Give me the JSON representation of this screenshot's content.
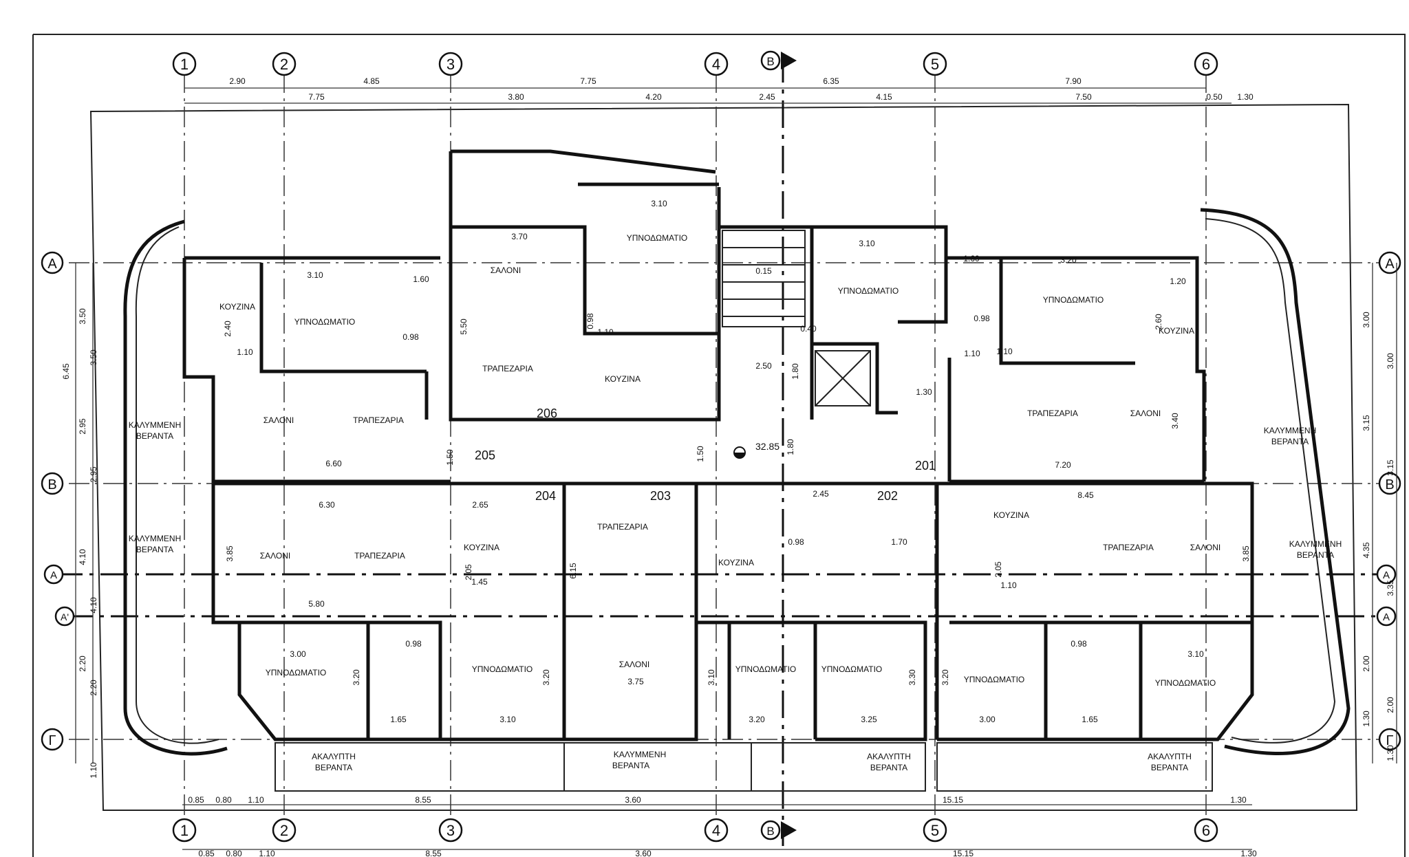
{
  "column_axes": [
    "1",
    "2",
    "3",
    "4",
    "5",
    "6"
  ],
  "row_axes": [
    "Α",
    "Β",
    "Γ"
  ],
  "section_marks": [
    "Α",
    "Α'",
    "Β"
  ],
  "dimensions": {
    "top_row1": [
      "2.90",
      "4.85",
      "7.75",
      "6.35",
      "7.90"
    ],
    "top_row2": [
      "7.75",
      "3.80",
      "4.20",
      "2.45",
      "4.15",
      "7.50",
      "0.50",
      "1.30"
    ],
    "bottom_row1": [
      "0.85",
      "0.80",
      "1.10",
      "8.55",
      "3.60",
      "15.15",
      "1.30"
    ],
    "bottom_row2": [
      "0.85",
      "0.80",
      "1.10",
      "8.55",
      "3.60",
      "15.15",
      "1.30"
    ],
    "left_outer": [
      "6.45",
      "2.95",
      "4.10",
      "4.10",
      "2.20",
      "1.10"
    ],
    "left_inner": [
      "3.50",
      "3.50",
      "2.95",
      "2.20"
    ],
    "right_outer": [
      "3.00",
      "3.15",
      "4.35",
      "2.00",
      "1.30"
    ],
    "right_inner": [
      "3.00",
      "3.15",
      "3.35",
      "2.00",
      "1.30"
    ]
  },
  "apartments": [
    "201",
    "202",
    "203",
    "204",
    "205",
    "206"
  ],
  "level_mark": "32.85",
  "rooms": {
    "bedroom": "ΥΠΝΟΔΩΜΑΤΙΟ",
    "kitchen": "ΚΟΥΖΙΝΑ",
    "living": "ΣΑΛΟΝΙ",
    "dining": "ΤΡΑΠΕΖΑΡΙΑ",
    "covered_veranda_1": "ΚΑΛΥΜΜΕΝΗ",
    "covered_veranda_2": "ΒΕΡΑΝΤΑ",
    "open_veranda_1": "ΑΚΑΛΥΠΤΗ",
    "open_veranda_2": "ΒΕΡΑΝΤΑ"
  },
  "inner_dims": [
    "3.10",
    "3.70",
    "3.10",
    "3.10",
    "3.20",
    "6.60",
    "7.20",
    "6.30",
    "2.65",
    "8.45",
    "5.80",
    "3.00",
    "3.10",
    "3.75",
    "3.20",
    "3.25",
    "3.00",
    "3.10",
    "1.10",
    "1.10",
    "1.10",
    "0.98",
    "0.98",
    "0.98",
    "0.98",
    "0.98",
    "1.65",
    "1.65",
    "2.45",
    "1.45",
    "1.10",
    "2.50",
    "5.50",
    "3.85",
    "3.85",
    "6.15",
    "3.20",
    "3.20",
    "3.10",
    "3.30",
    "3.20",
    "3.40",
    "2.60",
    "2.40",
    "1.20",
    "1.60",
    "1.60",
    "1.80",
    "1.80",
    "1.50",
    "1.50",
    "2.05",
    "2.05",
    "0.15",
    "0.98",
    "1.30",
    "0.40",
    "1.70",
    "1.10"
  ]
}
